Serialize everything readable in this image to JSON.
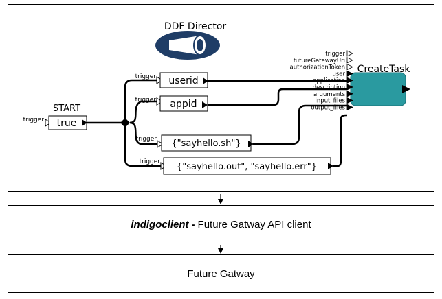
{
  "director": {
    "label": "DDF Director"
  },
  "start": {
    "title": "START",
    "value": "true",
    "port": "trigger"
  },
  "constants": [
    {
      "id": "userid",
      "value": "userid",
      "port": "trigger"
    },
    {
      "id": "appid",
      "value": "appid",
      "port": "trigger"
    },
    {
      "id": "script",
      "value": "{\"sayhello.sh\"}",
      "port": "trigger"
    },
    {
      "id": "outputs",
      "value": "{\"sayhello.out\", \"sayhello.err\"}",
      "port": "trigger"
    }
  ],
  "actor": {
    "title": "CreateTask",
    "color": "#2a9aa0",
    "ports": [
      "trigger",
      "futureGatewayUri",
      "authorizationToken",
      "user",
      "application",
      "description",
      "arguments",
      "input_files",
      "output_files"
    ]
  },
  "client_box": {
    "name": "indigoclient",
    "separator": "-",
    "description": "Future Gatway API client"
  },
  "gateway_box": {
    "label": "Future Gatway"
  }
}
